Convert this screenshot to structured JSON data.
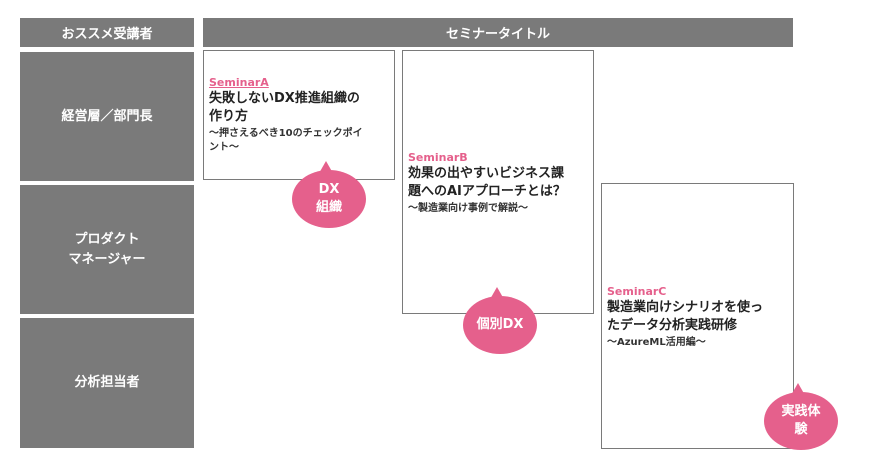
{
  "headers": {
    "audience": "おススメ受講者",
    "seminar_title": "セミナータイトル"
  },
  "rows": {
    "executives": "経営層／部門長",
    "product_manager": [
      "プロダクト",
      "マネージャー"
    ],
    "analyst": "分析担当者"
  },
  "seminars": {
    "a": {
      "label": "SeminarA",
      "title_lines": [
        "失敗しないDX推進組織の",
        "作り方"
      ],
      "subtitle_lines": [
        "〜押さえるべき10のチェックポイ",
        "ント〜"
      ],
      "badge_lines": [
        "DX",
        "組織"
      ]
    },
    "b": {
      "label": "SeminarB",
      "title_lines": [
        "効果の出やすいビジネス課",
        "題へのAIアプローチとは？"
      ],
      "subtitle_lines": [
        "〜製造業向け事例で解説〜"
      ],
      "badge_lines": [
        "個別DX"
      ]
    },
    "c": {
      "label": "SeminarC",
      "title_lines": [
        "製造業向けシナリオを使っ",
        "たデータ分析実践研修"
      ],
      "subtitle_lines": [
        "〜AzureML活用編〜"
      ],
      "badge_lines": [
        "実践体",
        "験"
      ]
    }
  },
  "colors": {
    "header_gray": "#7a7a7a",
    "accent_pink": "#e5608c"
  }
}
